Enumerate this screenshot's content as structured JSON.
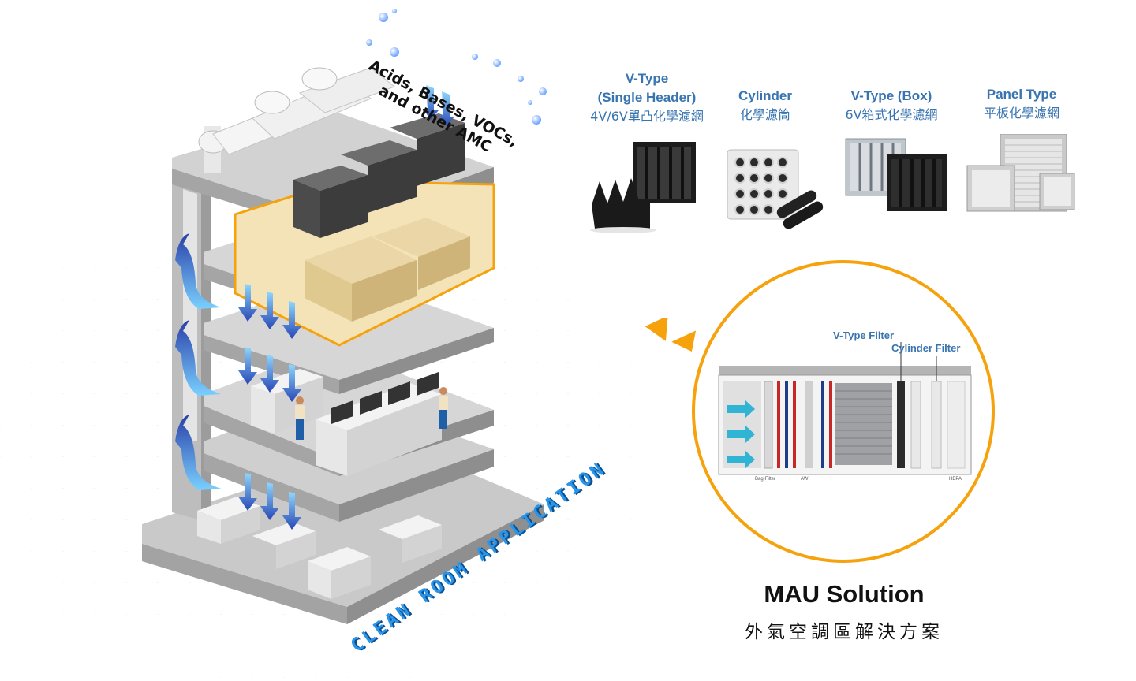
{
  "amc_label": [
    "Acids, Bases, VOCs,",
    "and other AMC"
  ],
  "application_label": "CLEAN ROOM APPLICATION",
  "filters": [
    {
      "name_lines": [
        "V-Type",
        "(Single Header)"
      ],
      "zh": "4V/6V單凸化學濾網"
    },
    {
      "name_lines": [
        "Cylinder"
      ],
      "zh": "化學濾筒"
    },
    {
      "name_lines": [
        "V-Type (Box)"
      ],
      "zh": "6V箱式化學濾網"
    },
    {
      "name_lines": [
        "Panel Type"
      ],
      "zh": "平板化學濾網"
    }
  ],
  "mau": {
    "callout_vtype": "V-Type Filter",
    "callout_cylinder": "Cylinder Filter",
    "unit_labels": [
      "Bag-Filter",
      "AW",
      "HEPA"
    ],
    "title": "MAU Solution",
    "subtitle": "外氣空調區解決方案"
  },
  "colors": {
    "accent_orange": "#f5a20c",
    "label_blue": "#3874b0",
    "airflow_blue": "#2f5fbf",
    "application_blue": "#2a95e8"
  }
}
